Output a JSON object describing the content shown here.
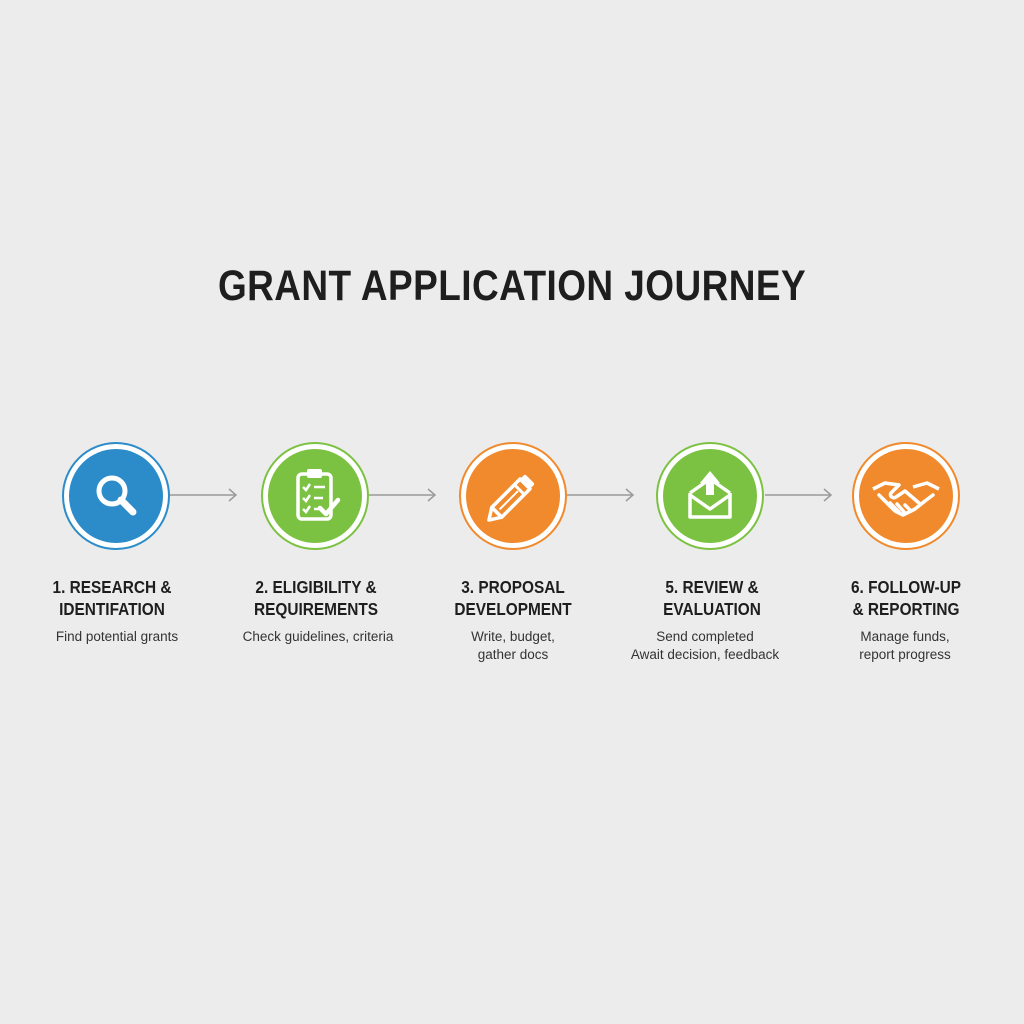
{
  "title": "GRANT APPLICATION JOURNEY",
  "steps": [
    {
      "title_lines": [
        "1. RESEARCH &",
        "IDENTIFATION"
      ],
      "desc_lines": [
        "Find potential grants"
      ],
      "color": "#2b8cc9",
      "icon": "magnifier-icon"
    },
    {
      "title_lines": [
        "2. ELIGIBILITY &",
        "REQUIREMENTS"
      ],
      "desc_lines": [
        "Check guidelines, criteria"
      ],
      "color": "#7cc242",
      "icon": "checklist-clipboard-icon"
    },
    {
      "title_lines": [
        "3. PROPOSAL",
        "DEVELOPMENT"
      ],
      "desc_lines": [
        "Write, budget,",
        "gather docs"
      ],
      "color": "#f08a2c",
      "icon": "pencil-icon"
    },
    {
      "title_lines": [
        "5. REVIEW &",
        "EVALUATION"
      ],
      "desc_lines": [
        "Send completed",
        "Await decision, feedback"
      ],
      "color": "#7cc242",
      "icon": "envelope-upload-icon"
    },
    {
      "title_lines": [
        "6. FOLLOW-UP",
        "& REPORTING"
      ],
      "desc_lines": [
        "Manage funds,",
        "report progress"
      ],
      "color": "#f08a2c",
      "icon": "handshake-icon"
    }
  ]
}
